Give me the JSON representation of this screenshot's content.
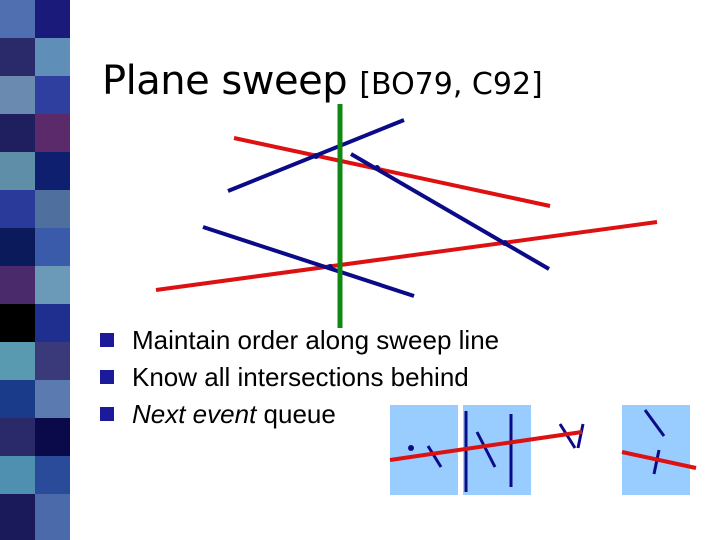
{
  "slide": {
    "title_main": "Plane sweep ",
    "title_ref": "[BO79, C92]",
    "bullets": [
      {
        "prefix": "",
        "emphasis": "",
        "text": "Maintain order along sweep line"
      },
      {
        "prefix": "",
        "emphasis": "",
        "text": "Know all intersections behind"
      },
      {
        "prefix": "",
        "emphasis": "Next event",
        "text": " queue"
      }
    ]
  },
  "colors": {
    "red_segment": "#dd1111",
    "blue_segment": "#0b0b88",
    "sweep_line": "#118811",
    "event_box": "#99ccff",
    "bullet": "#1a1a9a",
    "stripe_palette": [
      "#5a9ab0",
      "#1a2a8a",
      "#5a2a7a",
      "#2a5aa0",
      "#000000",
      "#4a4a6a"
    ]
  }
}
